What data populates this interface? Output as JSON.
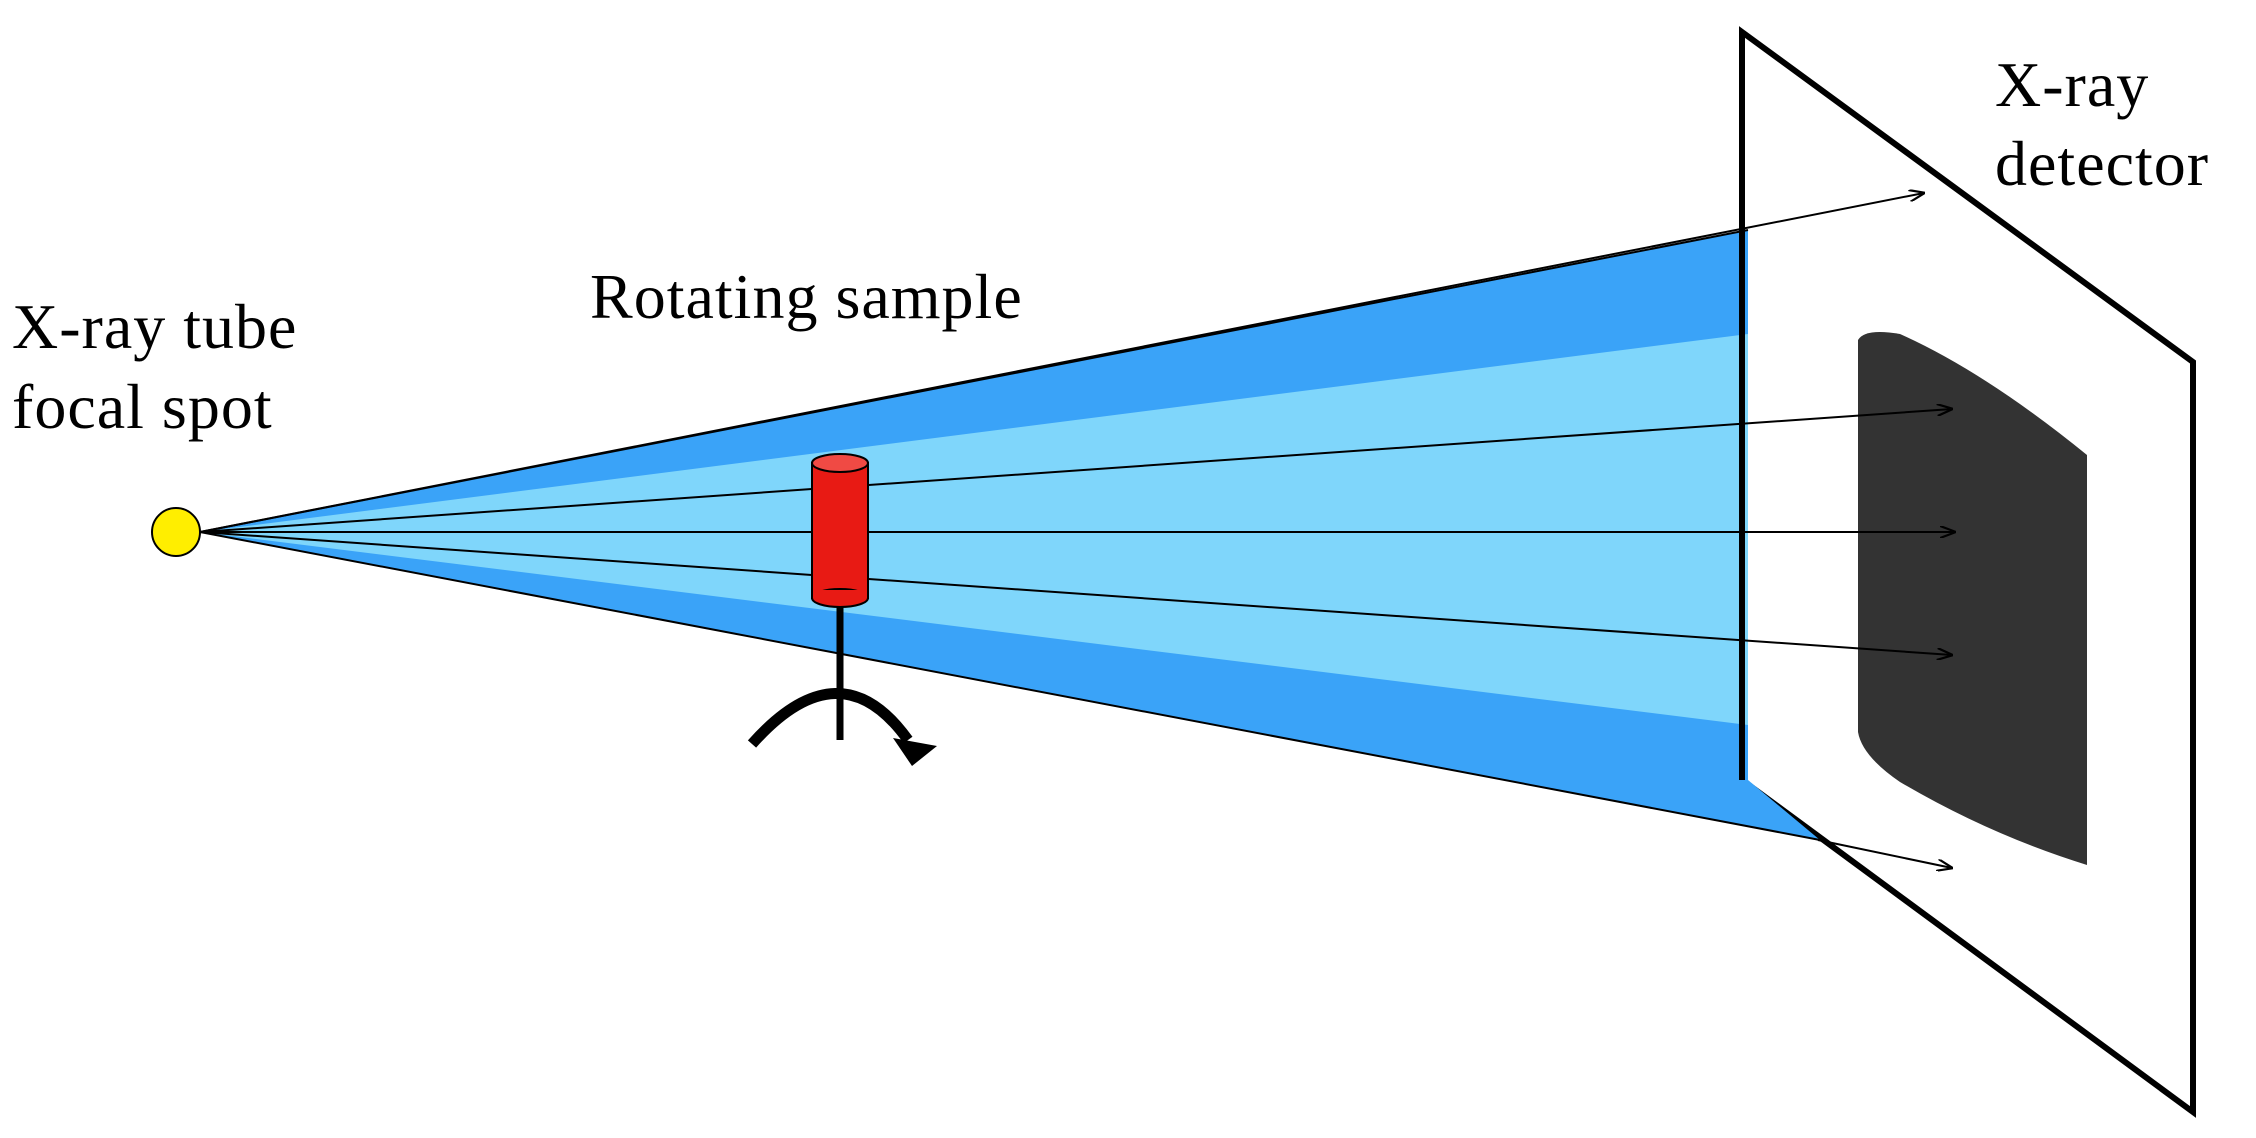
{
  "labels": {
    "source_line1": "X-ray tube",
    "source_line2": "focal spot",
    "sample": "Rotating sample",
    "detector_line1": "X-ray",
    "detector_line2": "detector"
  },
  "colors": {
    "beam_outer": "#3aa3f8",
    "beam_inner": "#7fd6fb",
    "sample": "#e81a14",
    "focal_spot": "#ffee00",
    "shadow": "#333333",
    "detector_fill": "#ffffff",
    "line": "#000000"
  }
}
